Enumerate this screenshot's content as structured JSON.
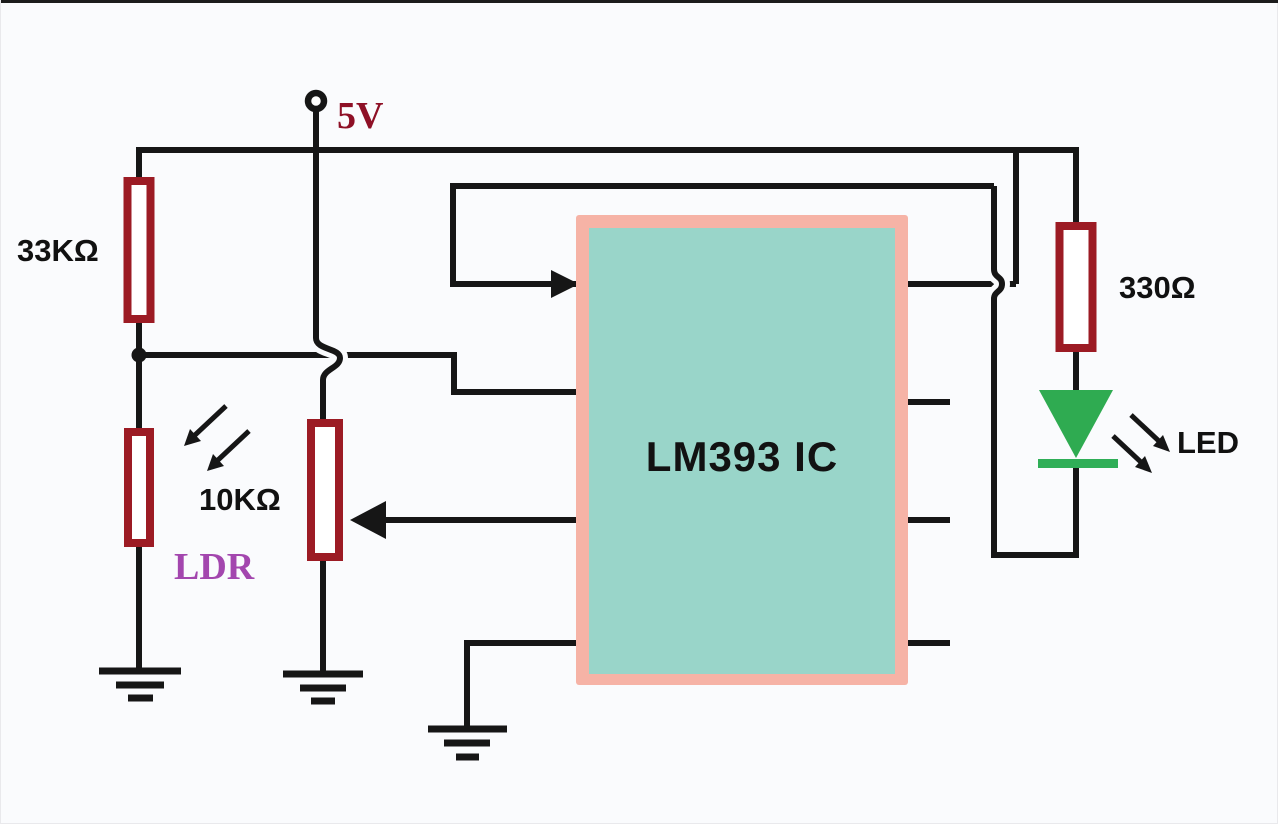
{
  "figure": {
    "type": "circuit-diagram",
    "description": "LDR dark sensor comparator circuit",
    "ic_label": "LM393 IC",
    "supply_label": "5V",
    "labels": {
      "r_divider": "33KΩ",
      "ldr": "LDR",
      "pot": "10KΩ",
      "r_led": "330Ω",
      "led": "LED"
    },
    "colors": {
      "wire": "#161616",
      "resistor_outline": "#9c1b24",
      "ic_border": "#f6b3a6",
      "ic_fill": "#99d5c9",
      "led_green": "#2fab51",
      "led_bar_green": "#2fae57",
      "supply_text": "#8e1026",
      "ldr_text": "#a346ae",
      "label_text": "#111111",
      "background": "#fafbfd"
    }
  }
}
